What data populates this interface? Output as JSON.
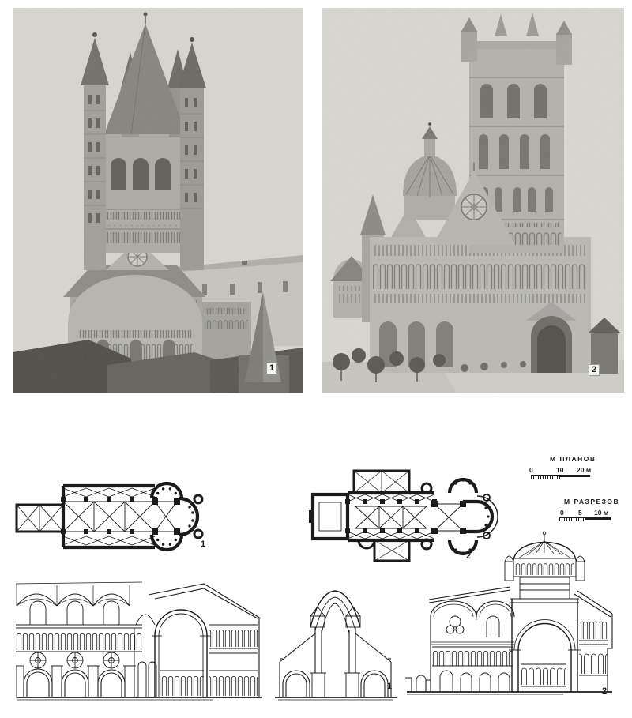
{
  "figure": {
    "photos": [
      {
        "id": "photo-1",
        "label": "1"
      },
      {
        "id": "photo-2",
        "label": "2"
      }
    ],
    "plans": [
      {
        "id": "plan-1",
        "label": "1"
      },
      {
        "id": "plan-2",
        "label": "2"
      }
    ],
    "sections": [
      {
        "id": "section-1-transverse",
        "label": "1"
      },
      {
        "id": "section-2-longitudinal",
        "label": "2"
      }
    ],
    "scalebars": {
      "plans": {
        "title": "М ПЛАНОВ",
        "ticks": [
          "0",
          "10",
          "20 м"
        ]
      },
      "sections": {
        "title": "М РАЗРЕЗОВ",
        "ticks": [
          "0",
          "5",
          "10 м"
        ]
      }
    }
  }
}
